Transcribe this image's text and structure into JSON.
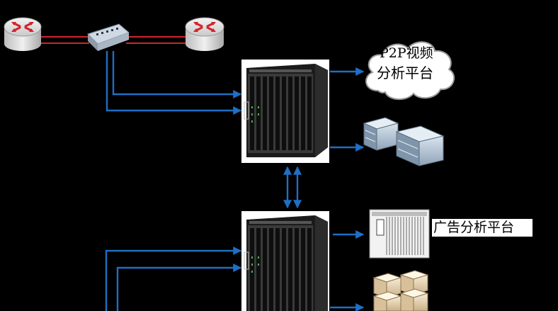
{
  "diagram": {
    "cloud_label_line1": "P2P视频",
    "cloud_label_line2": "分析平台",
    "ad_platform_label": "广告分析平台"
  },
  "icons": {
    "router_left": "router-icon",
    "router_right": "router-icon",
    "splitter": "optical-splitter-icon",
    "chassis_top": "dpi-chassis-icon",
    "chassis_bottom": "dpi-chassis-icon",
    "cloud": "cloud-icon",
    "servers_top": "server-rack-icon",
    "servers_bottom": "server-tower-icon",
    "ad_rack": "rack-cabinet-icon"
  },
  "colors": {
    "background": "#000000",
    "link_blue": "#1f6fc4",
    "link_red": "#d2232a",
    "device_white": "#ffffff"
  }
}
